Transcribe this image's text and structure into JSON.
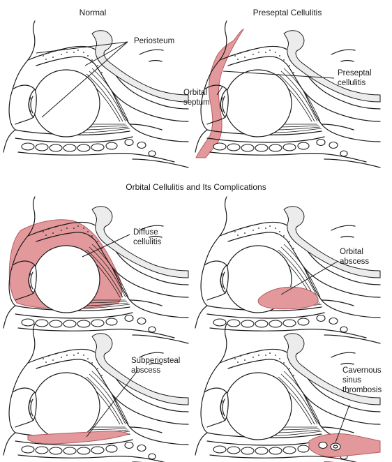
{
  "colors": {
    "infection": "#e3999b",
    "infection_stroke": "#b55a60",
    "sinus_fill": "#ececec",
    "line": "#1a1a1a"
  },
  "panels": [
    {
      "id": "normal",
      "title": "Normal",
      "labels": [
        {
          "text": "Periosteum"
        }
      ]
    },
    {
      "id": "preseptal",
      "title": "Preseptal Cellulitis",
      "labels": [
        {
          "text": "Preseptal"
        },
        {
          "text": "cellulitis"
        },
        {
          "text": "Orbital"
        },
        {
          "text": "septum"
        }
      ]
    },
    {
      "id": "diffuse",
      "title": "",
      "labels": [
        {
          "text": "Diffuse"
        },
        {
          "text": "cellulitis"
        }
      ]
    },
    {
      "id": "abscess",
      "title": "",
      "labels": [
        {
          "text": "Orbital"
        },
        {
          "text": "abscess"
        }
      ]
    },
    {
      "id": "subperiosteal",
      "title": "",
      "labels": [
        {
          "text": "Subperiosteal"
        },
        {
          "text": "abscess"
        }
      ]
    },
    {
      "id": "cavernous",
      "title": "",
      "labels": [
        {
          "text": "Cavernous"
        },
        {
          "text": "sinus"
        },
        {
          "text": "thrombosis"
        }
      ]
    }
  ],
  "section_title": "Orbital Cellulitis and Its Complications"
}
